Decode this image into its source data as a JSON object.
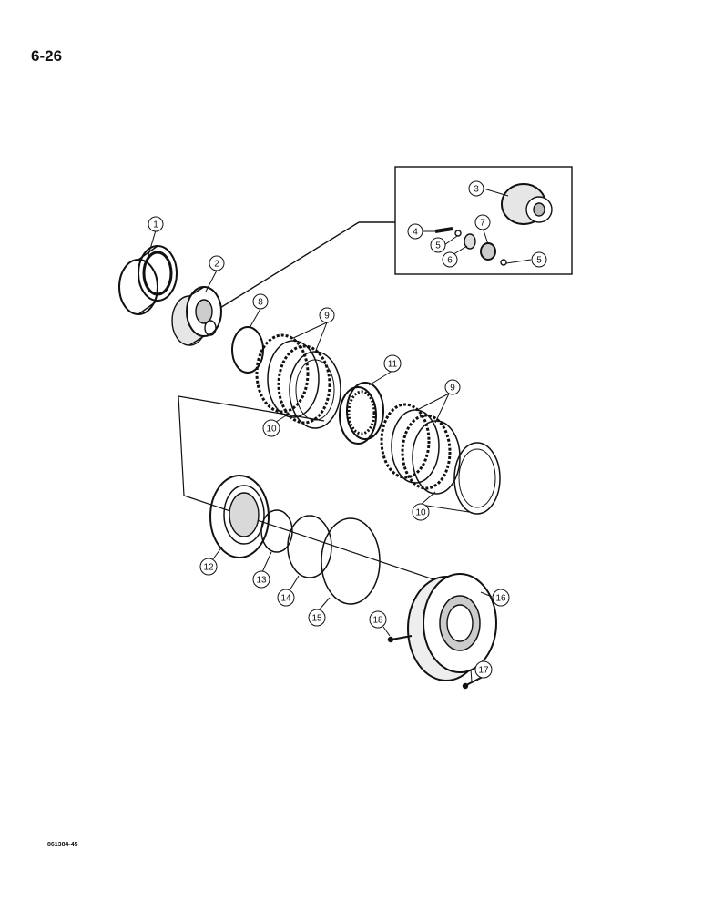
{
  "header": {
    "page_number": "6-26"
  },
  "footer": {
    "ref_code": "861384-45"
  },
  "callouts": [
    {
      "id": "c1",
      "label": "1"
    },
    {
      "id": "c2",
      "label": "2"
    },
    {
      "id": "c3",
      "label": "3"
    },
    {
      "id": "c4",
      "label": "4"
    },
    {
      "id": "c5a",
      "label": "5"
    },
    {
      "id": "c5b",
      "label": "5"
    },
    {
      "id": "c6",
      "label": "6"
    },
    {
      "id": "c7",
      "label": "7"
    },
    {
      "id": "c8",
      "label": "8"
    },
    {
      "id": "c9a",
      "label": "9"
    },
    {
      "id": "c9b",
      "label": "9"
    },
    {
      "id": "c10a",
      "label": "10"
    },
    {
      "id": "c10b",
      "label": "10"
    },
    {
      "id": "c11",
      "label": "11"
    },
    {
      "id": "c12",
      "label": "12"
    },
    {
      "id": "c13",
      "label": "13"
    },
    {
      "id": "c14",
      "label": "14"
    },
    {
      "id": "c15",
      "label": "15"
    },
    {
      "id": "c16",
      "label": "16"
    },
    {
      "id": "c17",
      "label": "17"
    },
    {
      "id": "c18",
      "label": "18"
    }
  ],
  "colors": {
    "line": "#111111",
    "paper": "#ffffff"
  }
}
